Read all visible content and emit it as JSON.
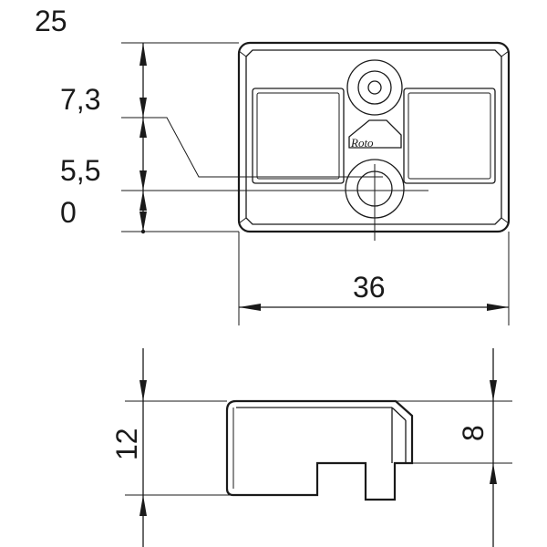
{
  "dimensions": {
    "top_view": {
      "height_total": "25",
      "level_a": "7,3",
      "level_b": "5,5",
      "level_zero": "0",
      "width": "36"
    },
    "side_view": {
      "height_left": "12",
      "height_right": "8"
    }
  },
  "logo": {
    "text": "Roto"
  }
}
